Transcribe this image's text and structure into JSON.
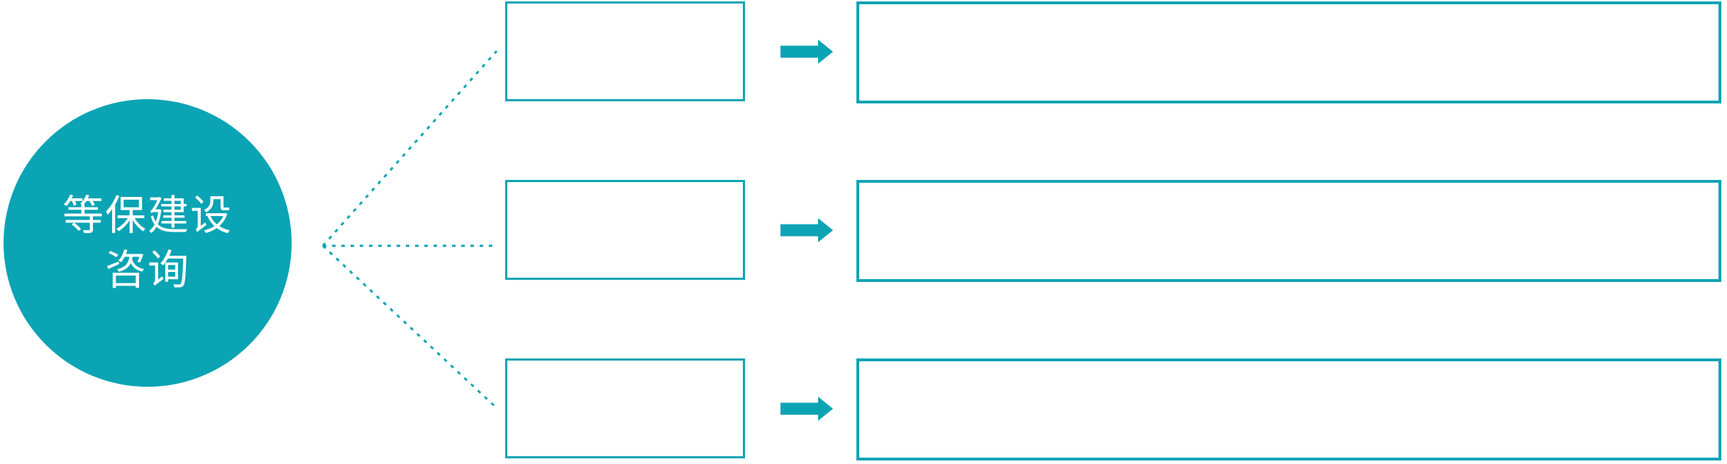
{
  "diagram": {
    "type": "hub-and-branches",
    "hub": {
      "shape": "circle",
      "line1": "等保建设",
      "line2": "咨询"
    },
    "rows": [
      {
        "category": "",
        "detail": ""
      },
      {
        "category": "",
        "detail": ""
      },
      {
        "category": "",
        "detail": ""
      }
    ],
    "connector_style": "dotted",
    "icons": {
      "arrow": "right-arrow-icon"
    }
  },
  "colors": {
    "accent": "#0AA4B4",
    "background": "#FFFFFF",
    "box_fill": "#FFFFFF",
    "text_on_accent": "#FFFFFF"
  }
}
